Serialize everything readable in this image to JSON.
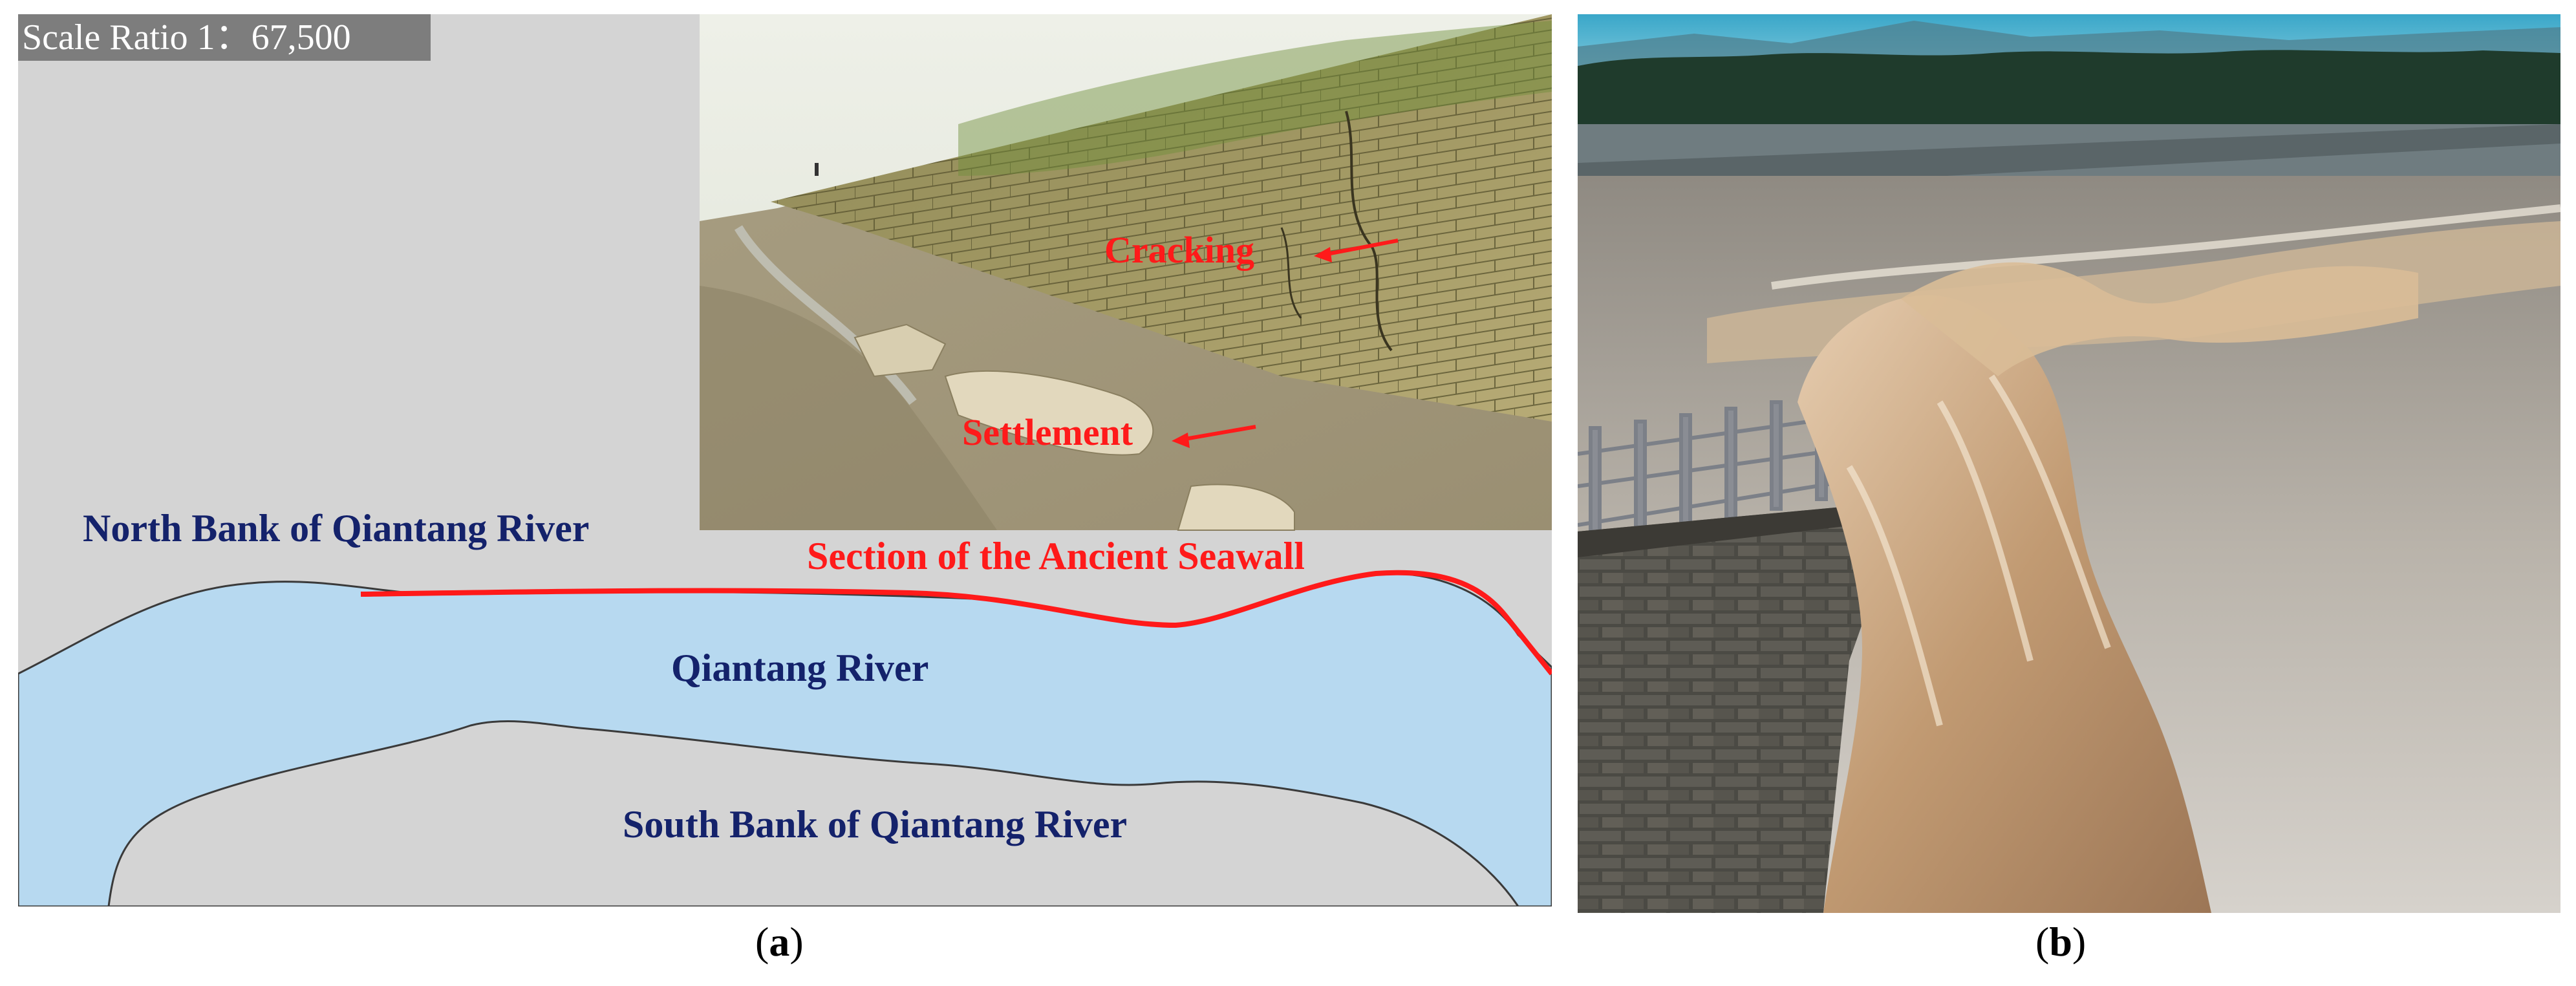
{
  "panel_a": {
    "scale_label": "Scale Ratio 1：67,500",
    "labels": {
      "north_bank": "North Bank of Qiantang River",
      "seawall_section": "Section of the Ancient Seawall",
      "river": "Qiantang River",
      "south_bank": "South Bank of Qiantang River"
    },
    "photo_annotations": {
      "cracking": "Cracking",
      "settlement": "Settlement"
    },
    "colors": {
      "land": "#d4d4d4",
      "river": "#b7d9f0",
      "map_text": "#14226b",
      "seawall_line": "#ff1a1a",
      "annotation": "#ff1a1a"
    }
  },
  "captions": {
    "a_open": "(",
    "a_letter": "a",
    "a_close": ")",
    "b_open": "(",
    "b_letter": "b",
    "b_close": ")"
  }
}
